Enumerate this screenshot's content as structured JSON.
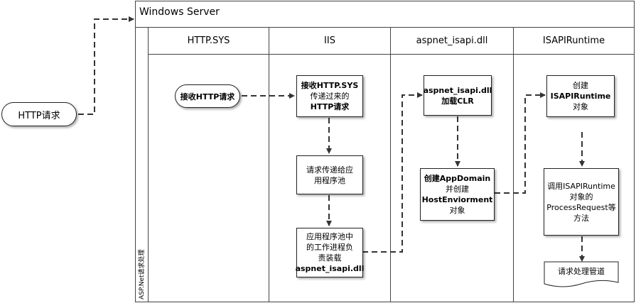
{
  "diagram": {
    "title": "Windows Server",
    "side_label": "ASP.Net请求处理",
    "columns": [
      "HTTP.SYS",
      "IIS",
      "aspnet_isapi.dll",
      "ISAPIRuntime"
    ],
    "http_request": "HTTP请求",
    "nodes": {
      "receive_http": "接收HTTP请求",
      "iis_receive": [
        "接收HTTP.SYS",
        "传递过来的",
        "HTTP请求"
      ],
      "iis_forward": [
        "请求传递给应",
        "用程序池"
      ],
      "iis_worker": [
        "应用程序池中",
        "的工作进程负",
        "责装载",
        "aspnet_isapi.dll"
      ],
      "isapi_load": [
        "aspnet_isapi.dll",
        "加载CLR"
      ],
      "isapi_domain": [
        "创建AppDomain",
        "并创建",
        "HostEnviorment",
        "对象"
      ],
      "runtime_create": [
        "创建",
        "ISAPIRuntime",
        "对象"
      ],
      "runtime_call": [
        "调用ISAPIRuntime",
        "对象的",
        "ProcessRequest等",
        "方法"
      ],
      "pipeline": "请求处理管道"
    }
  }
}
